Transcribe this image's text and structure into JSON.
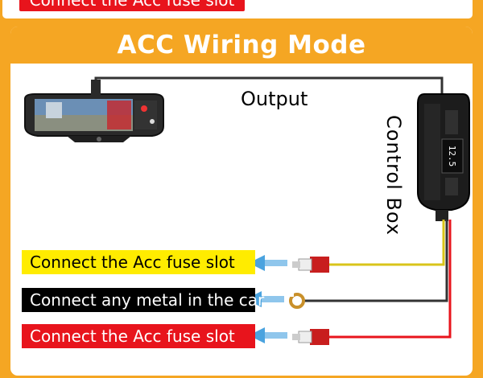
{
  "top_label": "Connect the Acc fuse slot",
  "header": {
    "title": "ACC Wiring Mode"
  },
  "labels": {
    "output": "Output",
    "control_box": "Control Box",
    "fuse_yellow": "Connect the Acc fuse slot",
    "ground_black": "Connect any metal in the car",
    "fuse_red": "Connect the Acc fuse slot"
  },
  "device_display": "12.5",
  "colors": {
    "accent": "#f5a623",
    "yellow": "#ffec00",
    "red": "#e8141c",
    "black": "#000000",
    "arrow": "#4aa3df"
  }
}
